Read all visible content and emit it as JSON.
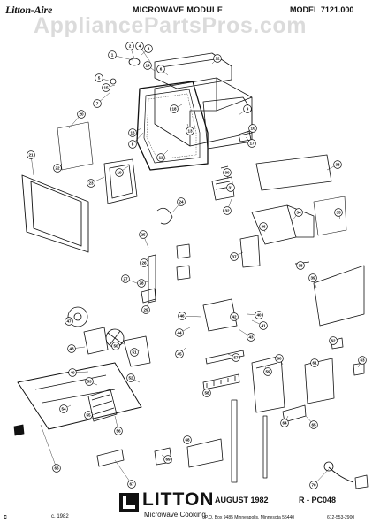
{
  "header": {
    "brand": "Litton-Aire",
    "title": "MICROWAVE MODULE",
    "model": "MODEL 7121.000"
  },
  "watermark": "AppliancePartsPros.com",
  "footer": {
    "date": "AUGUST 1982",
    "code": "R - PC048",
    "logo_word": "LITTON",
    "logo_sub": "Microwave Cooking",
    "copyright": "c. 1982",
    "address": "P.O. Box 9485 Minneapolis, Minnesota 55440",
    "phone": "612-553-2900",
    "corner": "c"
  },
  "callouts": [
    "1",
    "2",
    "3",
    "4",
    "5",
    "6",
    "7",
    "8",
    "9",
    "10",
    "11",
    "12",
    "13",
    "14",
    "15",
    "16",
    "17",
    "18",
    "19",
    "20",
    "21",
    "22",
    "23",
    "24",
    "25",
    "26",
    "27",
    "28",
    "29",
    "30",
    "31",
    "32",
    "33",
    "34",
    "35",
    "36",
    "37",
    "38",
    "39",
    "40",
    "41",
    "42",
    "43",
    "44",
    "45",
    "46",
    "47",
    "48",
    "49",
    "50",
    "51",
    "52",
    "53",
    "54",
    "55",
    "56",
    "57",
    "58",
    "59",
    "60",
    "61",
    "62",
    "63",
    "64",
    "65",
    "66",
    "67",
    "68",
    "69",
    "70"
  ],
  "colors": {
    "ink": "#111111",
    "paper": "#ffffff",
    "watermark": "#afafaf"
  }
}
